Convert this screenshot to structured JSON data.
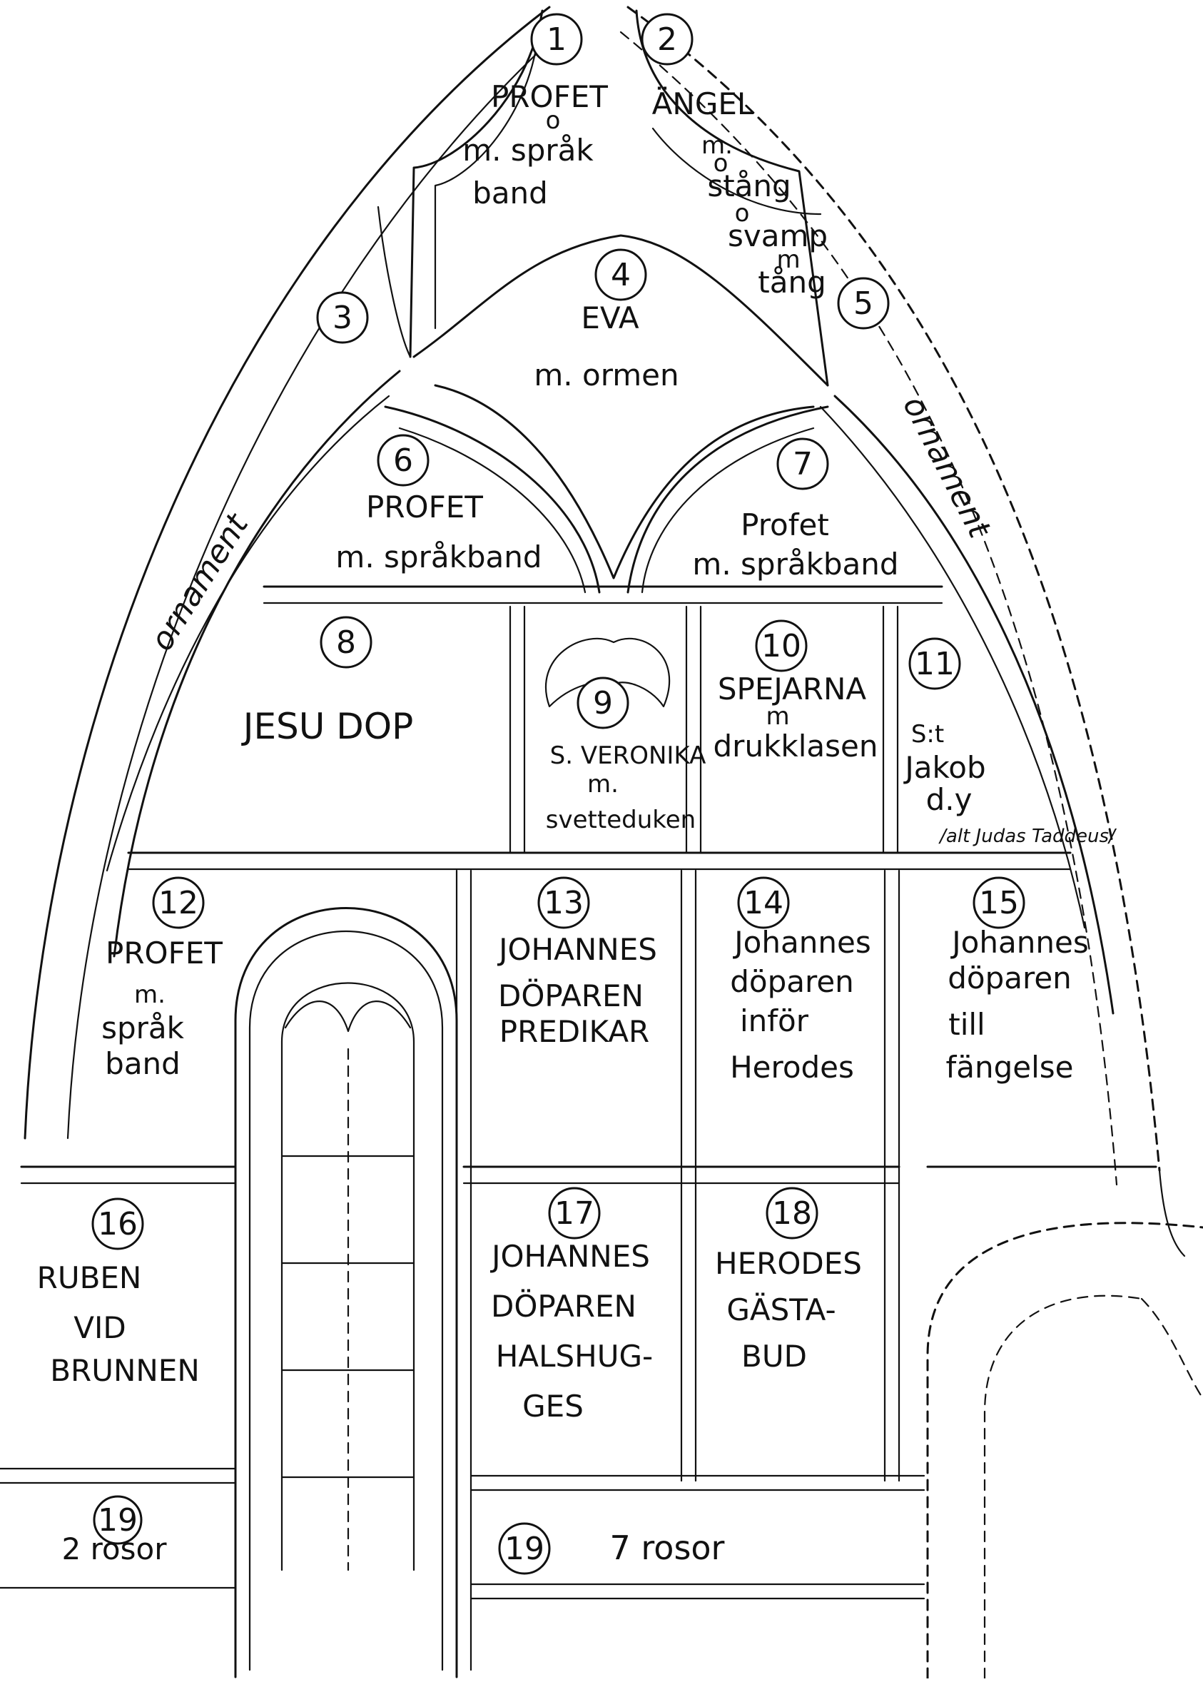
{
  "fields": [
    {
      "number": "1",
      "lines": [
        "PROFET",
        "o",
        "m. språk",
        "band"
      ]
    },
    {
      "number": "2",
      "lines": [
        "ÄNGEL",
        "m.",
        "o",
        "stång",
        "o",
        "svamp",
        "m",
        "tång"
      ]
    },
    {
      "number": "3",
      "lines": []
    },
    {
      "number": "4",
      "lines": [
        "EVA",
        "m. ormen"
      ]
    },
    {
      "number": "5",
      "lines": []
    },
    {
      "number": "6",
      "lines": [
        "PROFET",
        "m. språkband"
      ]
    },
    {
      "number": "7",
      "lines": [
        "Profet",
        "m. språkband"
      ]
    },
    {
      "number": "8",
      "lines": [
        "JESU DOP"
      ]
    },
    {
      "number": "9",
      "lines": [
        "S. VERONIKA",
        "m.",
        "svetteduken"
      ]
    },
    {
      "number": "10",
      "lines": [
        "SPEJARNA",
        "m",
        "drukklasen"
      ]
    },
    {
      "number": "11",
      "lines": [
        "S:t",
        "Jakob",
        "d.y",
        "/alt Judas Taddeus/"
      ]
    },
    {
      "number": "12",
      "lines": [
        "PROFET",
        "m.",
        "språk",
        "band"
      ]
    },
    {
      "number": "13",
      "lines": [
        "JOHANNES",
        "DÖPAREN",
        "PREDIKAR"
      ]
    },
    {
      "number": "14",
      "lines": [
        "Johannes",
        "döparen",
        "inför",
        "Herodes"
      ]
    },
    {
      "number": "15",
      "lines": [
        "Johannes",
        "döparen",
        "till",
        "fängelse"
      ]
    },
    {
      "number": "16",
      "lines": [
        "RUBEN",
        "VID",
        "BRUNNEN"
      ]
    },
    {
      "number": "17",
      "lines": [
        "JOHANNES",
        "DÖPAREN",
        "HALSHUG-",
        "GES"
      ]
    },
    {
      "number": "18",
      "lines": [
        "HERODES",
        "GÄSTA-",
        "BUD"
      ]
    },
    {
      "number": "19",
      "lines": [
        "2 rosor"
      ]
    },
    {
      "number": "19",
      "lines": [
        "7 rosor"
      ]
    }
  ],
  "ornaments": [
    "ornament",
    "ornament"
  ]
}
